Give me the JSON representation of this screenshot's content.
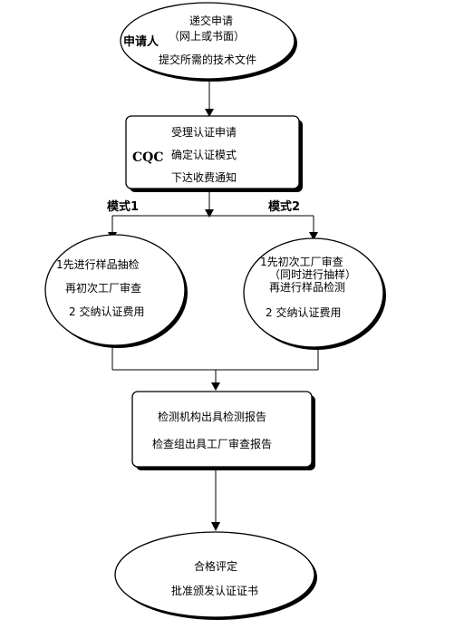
{
  "applicant": {
    "label": "申请人",
    "line1": "递交申请",
    "line2": "（网上或书面）",
    "line3": "提交所需的技术文件"
  },
  "cqc": {
    "label": "CQC",
    "line1": "受理认证申请",
    "line2": "确定认证模式",
    "line3": "下达收费通知"
  },
  "mode1": {
    "label": "模式1",
    "line1": "1先进行样品抽检",
    "line2": "再初次工厂审查",
    "line3": "2 交纳认证费用"
  },
  "mode2": {
    "label": "模式2",
    "line1": "1先初次工厂审查",
    "line2": "（同时进行抽样）",
    "line3": "再进行样品检测",
    "line4": "2 交纳认证费用"
  },
  "reports": {
    "line1": "检测机构出具检测报告",
    "line2": "检查组出具工厂审查报告"
  },
  "final": {
    "line1": "合格评定",
    "line2": "批准颁发认证证书"
  }
}
